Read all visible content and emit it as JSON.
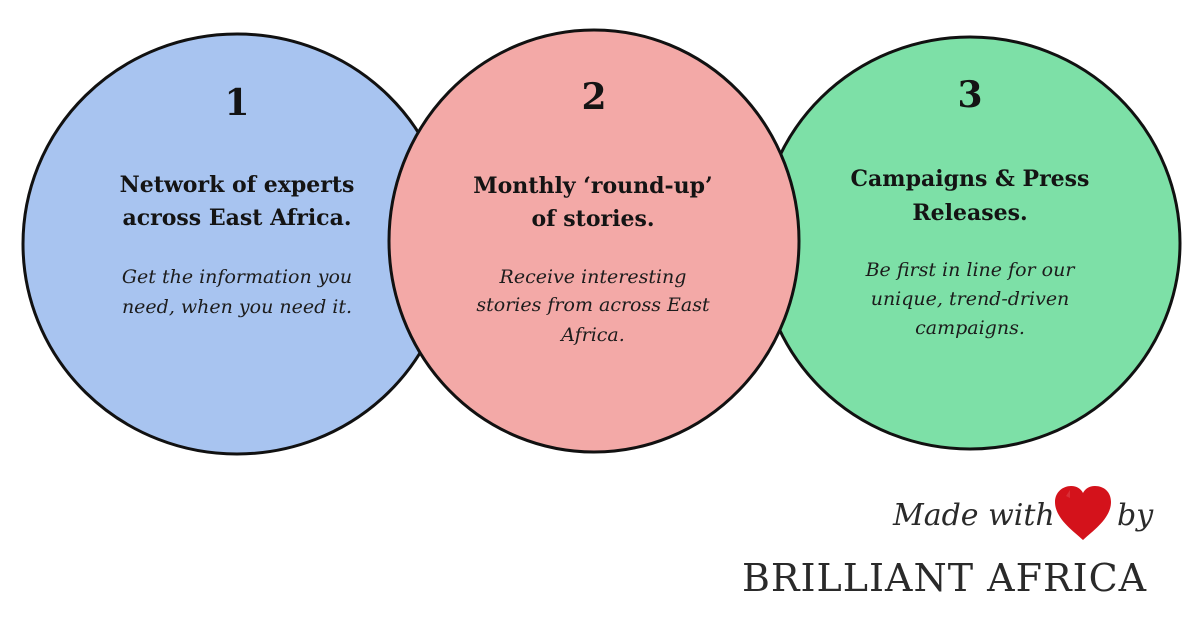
{
  "circles": [
    {
      "number": "1",
      "title_line1": "Network of experts",
      "title_line2": "across East Africa.",
      "desc_line1": "Get the information you",
      "desc_line2": "need, when you need it.",
      "fill": "#a8c4f0"
    },
    {
      "number": "2",
      "title_line1": "Monthly ‘round-up’",
      "title_line2": "of stories.",
      "desc_line1": "Receive interesting",
      "desc_line2": "stories from across East",
      "desc_line3": "Africa.",
      "fill": "#f3a9a7"
    },
    {
      "number": "3",
      "title_line1": "Campaigns & Press",
      "title_line2": "Releases.",
      "desc_line1": "Be first in line for our",
      "desc_line2": "unique, trend-driven",
      "desc_line3": "campaigns.",
      "fill": "#7de0a7"
    }
  ],
  "footer": {
    "made_with": "Made with",
    "by": "by",
    "brand": "BRILLIANT AFRICA",
    "heart_icon": "africa-heart-icon",
    "heart_color": "#d4121b"
  },
  "colors": {
    "outline": "#111111",
    "background": "#ffffff"
  }
}
